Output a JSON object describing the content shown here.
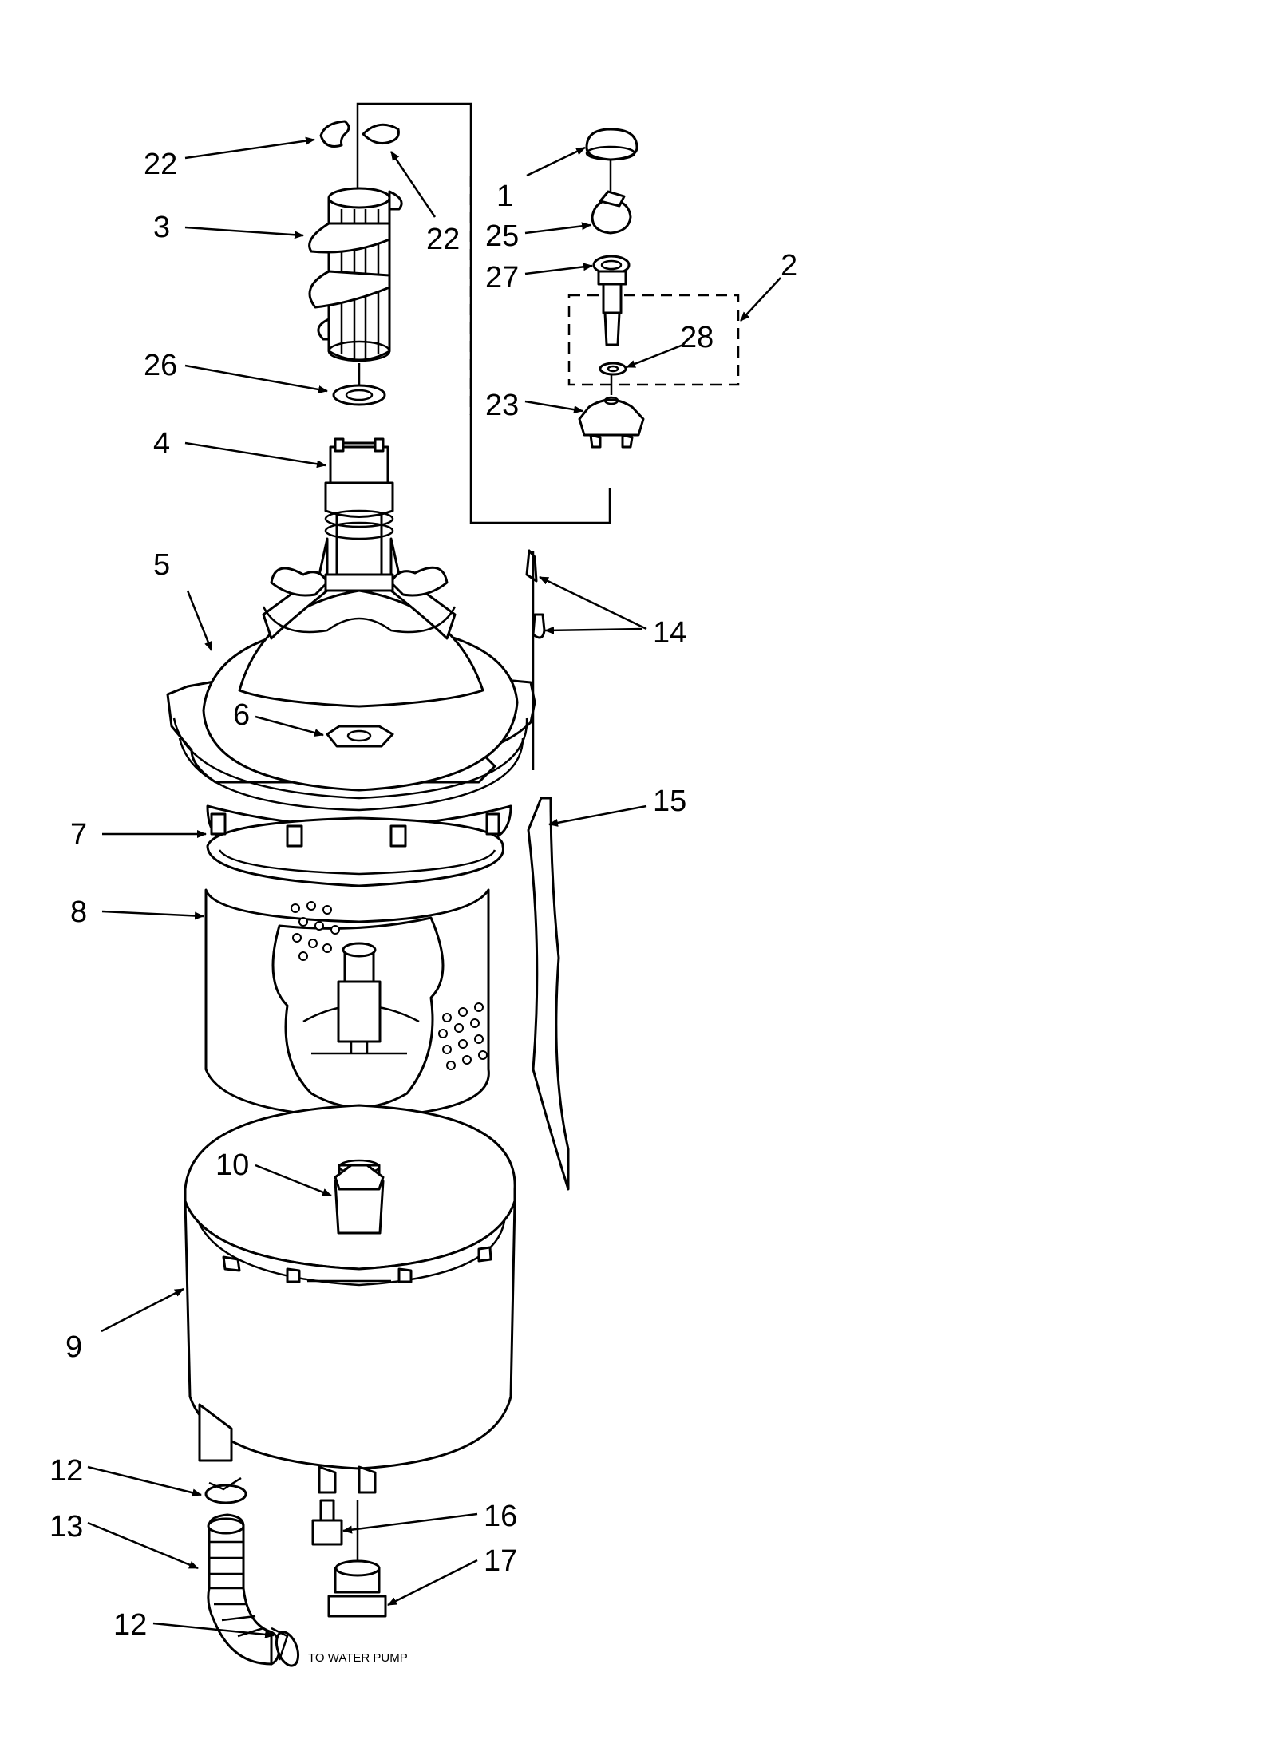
{
  "callouts": {
    "c1": "1",
    "c2": "2",
    "c3": "3",
    "c4": "4",
    "c5": "5",
    "c6": "6",
    "c7": "7",
    "c8": "8",
    "c9": "9",
    "c10": "10",
    "c12a": "12",
    "c12b": "12",
    "c13": "13",
    "c14": "14",
    "c15": "15",
    "c16": "16",
    "c17": "17",
    "c22a": "22",
    "c22b": "22",
    "c23": "23",
    "c25": "25",
    "c26": "26",
    "c27": "27",
    "c28": "28"
  },
  "notes": {
    "to_water_pump": "TO WATER PUMP"
  }
}
